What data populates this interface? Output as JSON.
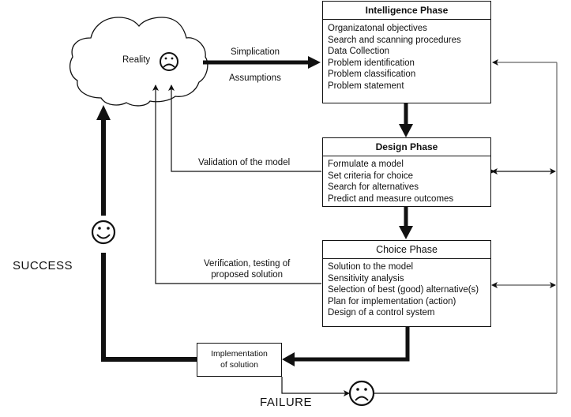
{
  "reality": {
    "label": "Reality",
    "face": "sad"
  },
  "arrow_labels": {
    "simplification": "Simplication",
    "assumptions": "Assumptions",
    "validation": "Validation of the model",
    "verification_line1": "Verification, testing of",
    "verification_line2": "proposed solution"
  },
  "phases": [
    {
      "title": "Intelligence Phase",
      "items": [
        "Organizatonal objectives",
        "Search and scanning procedures",
        "Data Collection",
        "Problem identification",
        "Problem classification",
        "Problem statement"
      ]
    },
    {
      "title": "Design Phase",
      "items": [
        "Formulate a model",
        "Set criteria for choice",
        "Search for alternatives",
        "Predict and measure outcomes"
      ]
    },
    {
      "title": "Choice Phase",
      "items": [
        "Solution to the model",
        "Sensitivity analysis",
        "Selection of best (good) alternative(s)",
        "Plan for implementation (action)",
        "Design of a control system"
      ]
    }
  ],
  "implementation": {
    "line1": "Implementation",
    "line2": "of solution"
  },
  "outcomes": {
    "success": "SUCCESS",
    "success_face": "happy",
    "failure": "FAILURE",
    "failure_face": "sad"
  },
  "colors": {
    "line": "#111111",
    "background": "#ffffff"
  }
}
